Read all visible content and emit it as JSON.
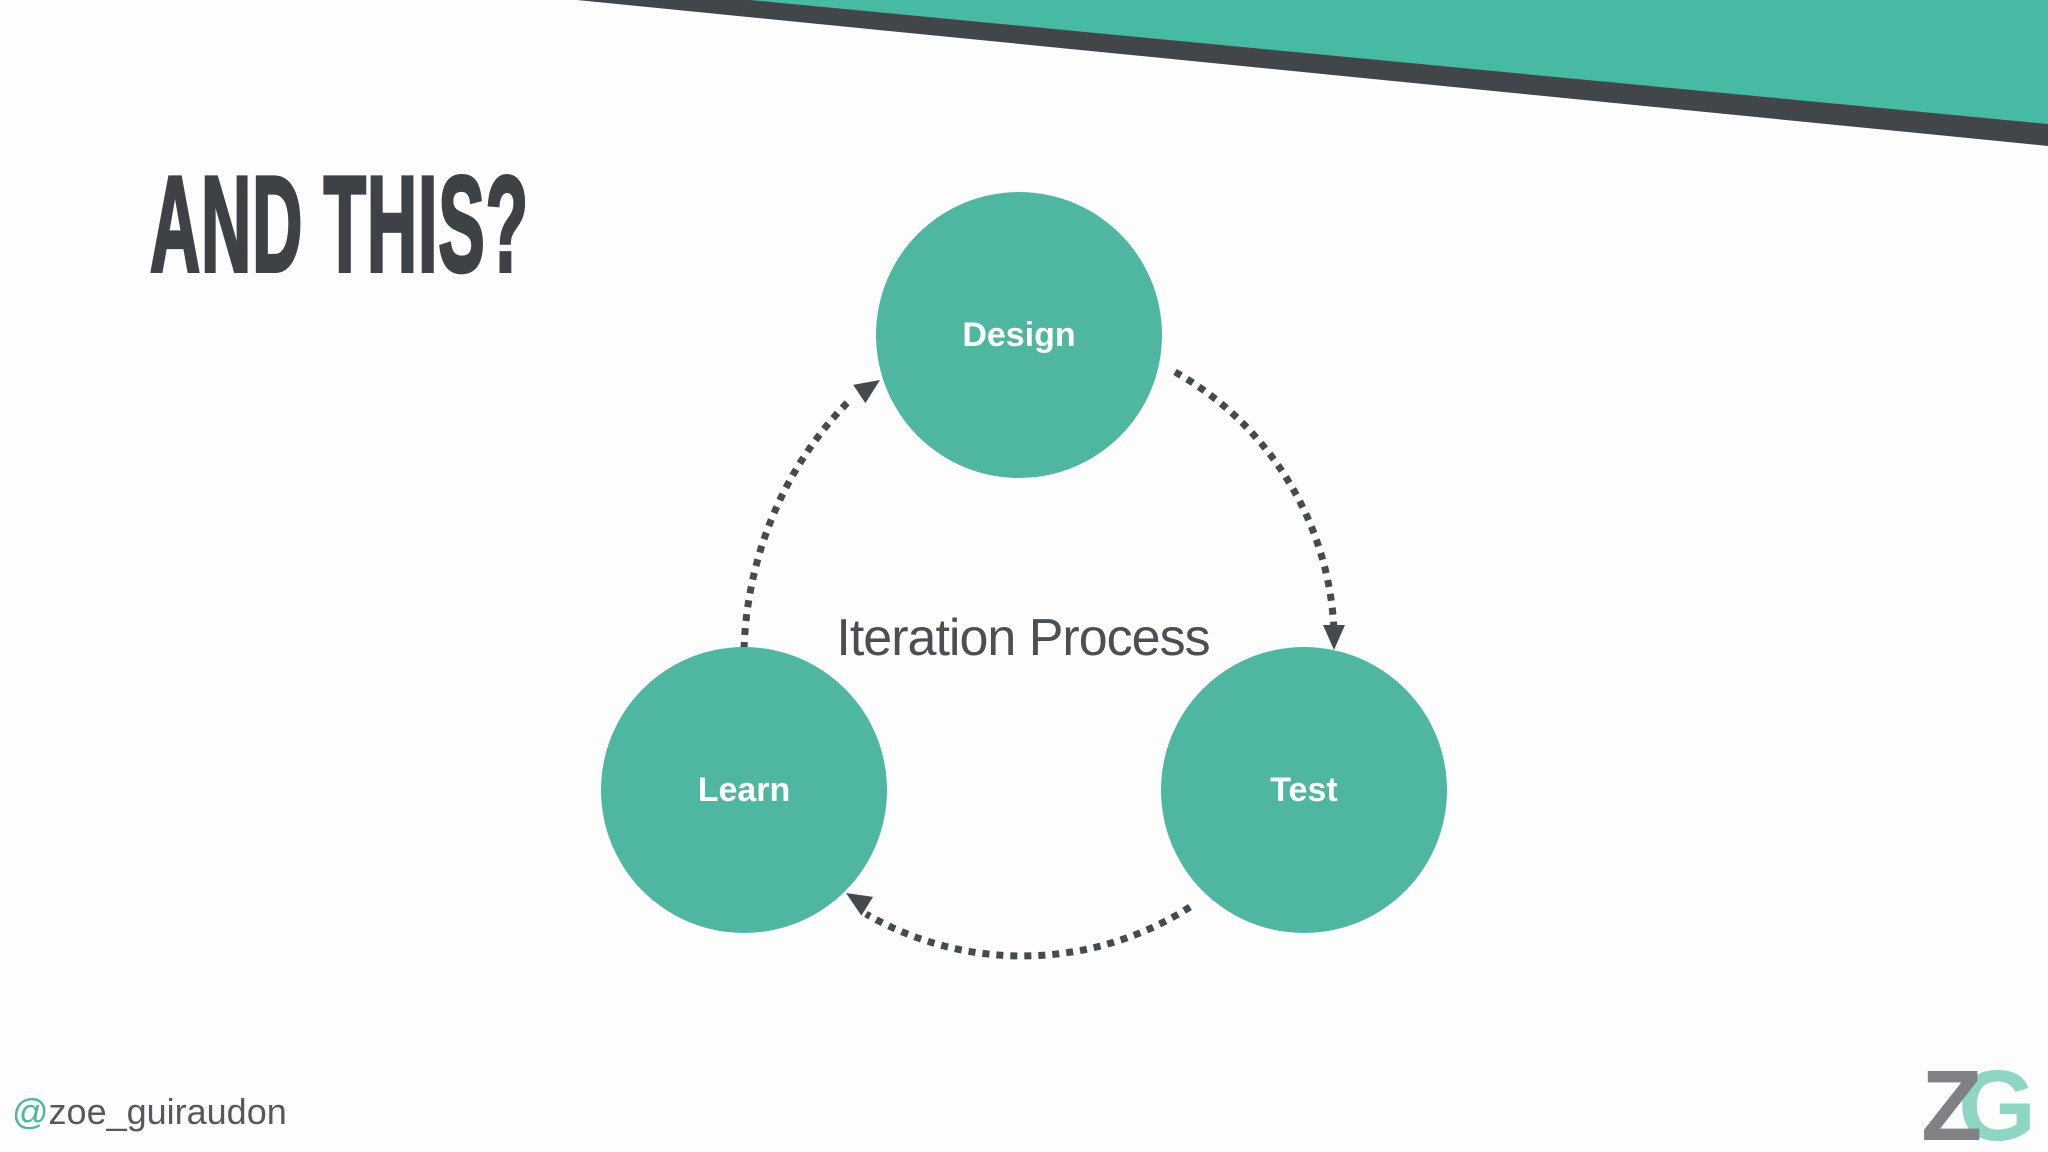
{
  "title": "AND THIS?",
  "title_color": "#3E4247",
  "banner": {
    "teal_color": "#46BAA2",
    "charcoal_color": "#42464B"
  },
  "diagram": {
    "center_label": "Iteration Process",
    "node_fill": "#4FB7A1",
    "node_label_color": "#FFFFFF",
    "arrow_color": "#454A4F",
    "arrow_style": "dotted",
    "nodes": [
      {
        "id": "design",
        "label": "Design"
      },
      {
        "id": "test",
        "label": "Test"
      },
      {
        "id": "learn",
        "label": "Learn"
      }
    ],
    "edges": [
      {
        "from": "design",
        "to": "test"
      },
      {
        "from": "test",
        "to": "learn"
      },
      {
        "from": "learn",
        "to": "design"
      }
    ]
  },
  "footer": {
    "at_symbol": "@",
    "handle": "zoe_guiraudon",
    "at_color": "#4CB7A1",
    "handle_color": "#55595D"
  },
  "logo": {
    "z": "Z",
    "g": "G",
    "z_color": "#7F8184",
    "g_color": "#8CD6C3"
  }
}
